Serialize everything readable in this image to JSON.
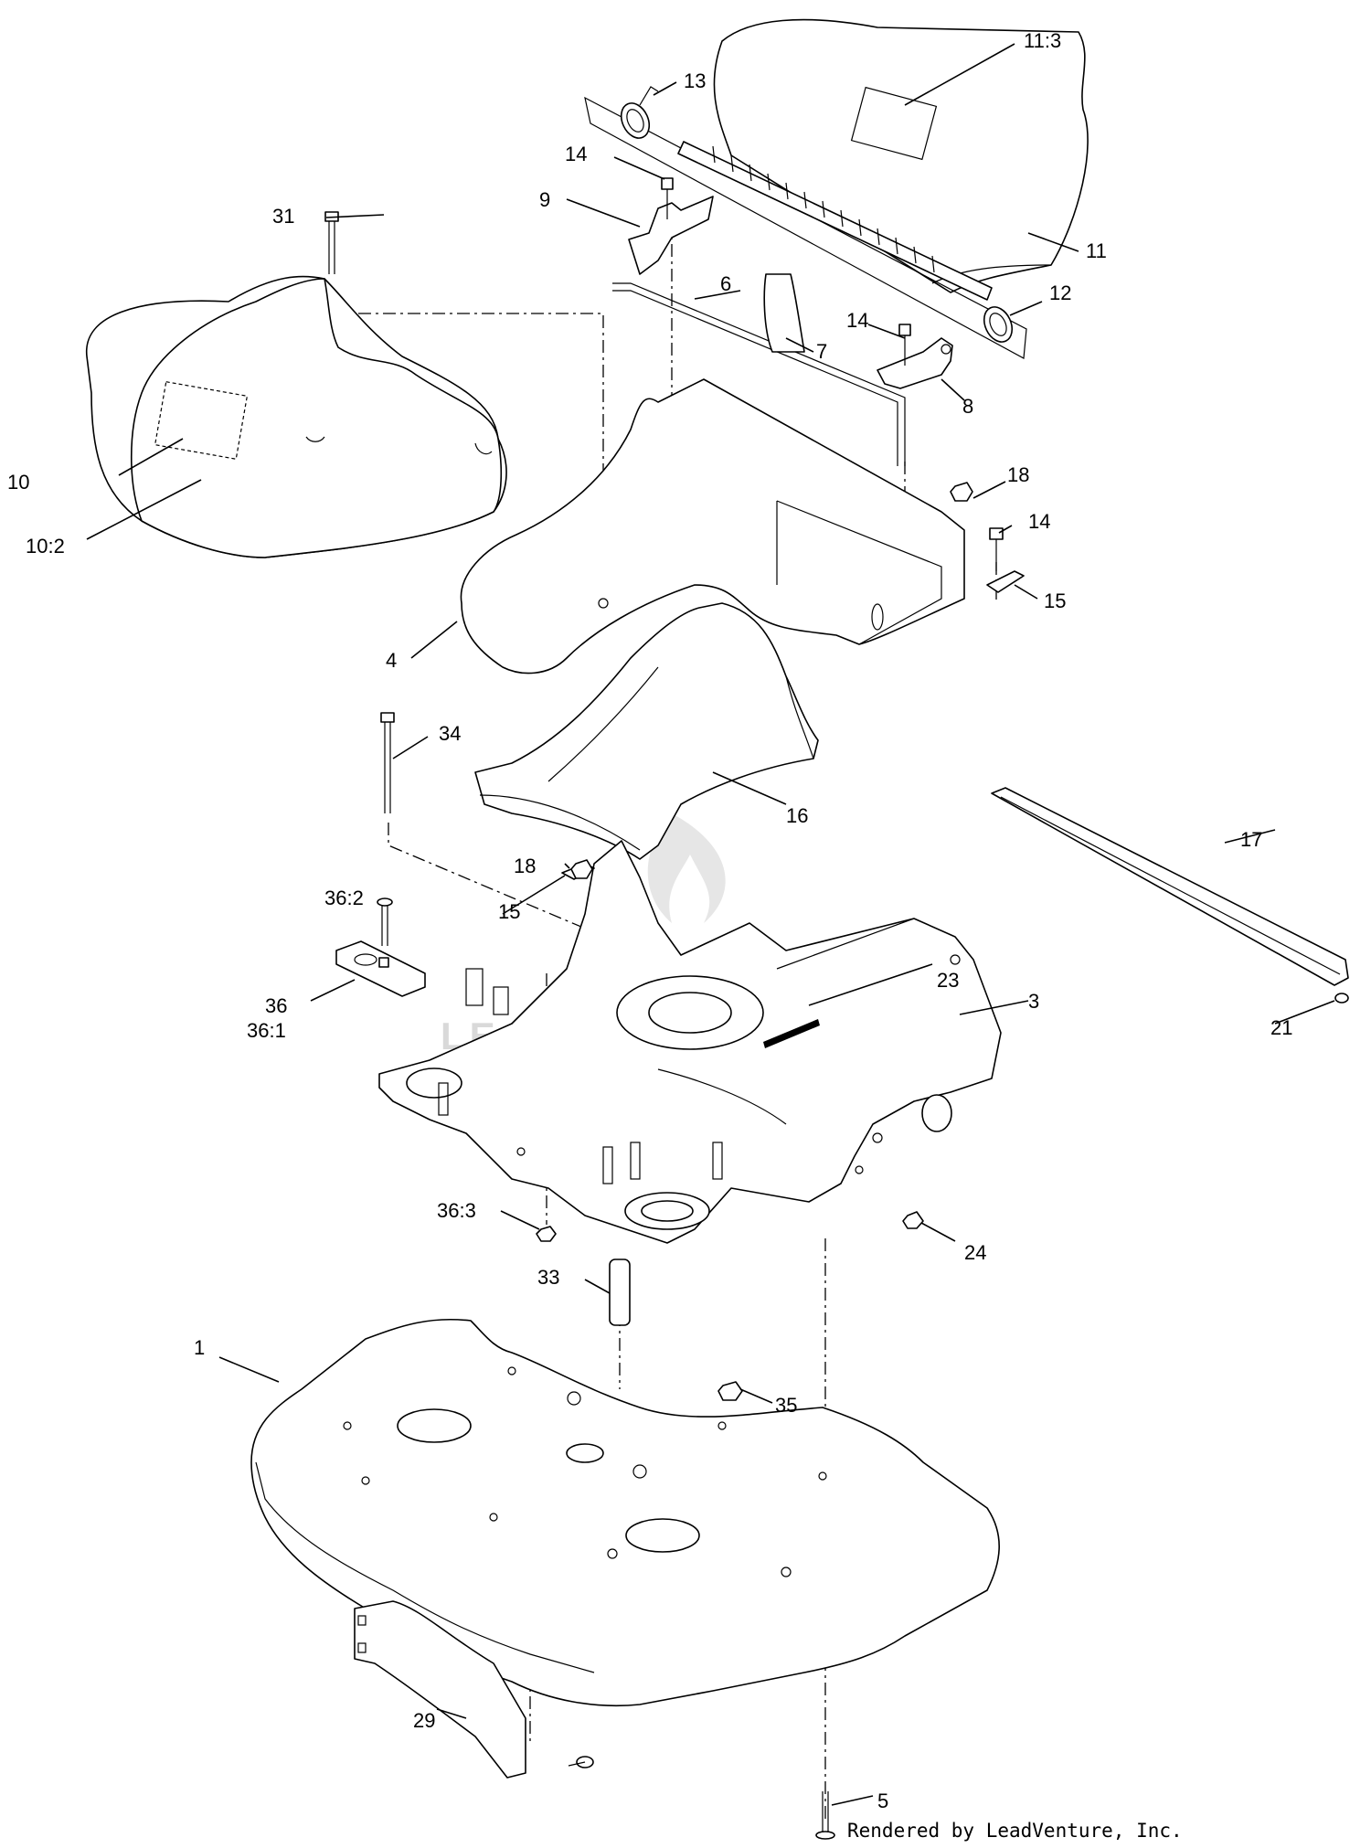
{
  "credit": "Rendered by LeadVenture, Inc.",
  "watermark": {
    "text": "LEADVENTURE",
    "color": "#d9d9d9"
  },
  "callouts": {
    "c1": "1",
    "c3": "3",
    "c4": "4",
    "c5": "5",
    "c6": "6",
    "c7": "7",
    "c8": "8",
    "c9": "9",
    "c10": "10",
    "c10_2": "10:2",
    "c11": "11",
    "c11_3": "11:3",
    "c12": "12",
    "c13": "13",
    "c14a": "14",
    "c14b": "14",
    "c14c": "14",
    "c15a": "15",
    "c15b": "15",
    "c16": "16",
    "c17": "17",
    "c18a": "18",
    "c18b": "18",
    "c21": "21",
    "c23": "23",
    "c24": "24",
    "c29": "29",
    "c31": "31",
    "c33": "33",
    "c34": "34",
    "c35": "35",
    "c36": "36",
    "c36_1": "36:1",
    "c36_2": "36:2",
    "c36_3": "36:3"
  }
}
